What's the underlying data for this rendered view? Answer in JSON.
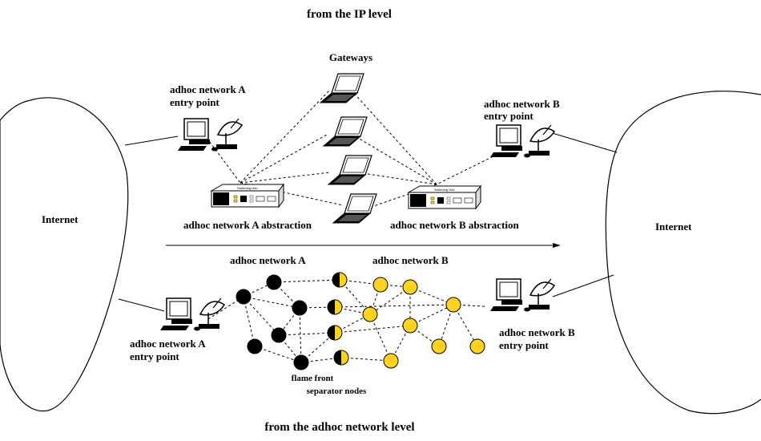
{
  "title_top": "from the IP level",
  "title_bottom": "from the adhoc network level",
  "gateways_label": "Gateways",
  "internet_left": "Internet",
  "internet_right": "Internet",
  "top": {
    "entry_a_line1": "adhoc network A",
    "entry_a_line2": "entry point",
    "entry_b_line1": "adhoc network B",
    "entry_b_line2": "entry point",
    "abstraction_a": "adhoc network A abstraction",
    "abstraction_b": "adhoc network B abstraction",
    "hub_label": "Switching Hub"
  },
  "bottom": {
    "network_a": "adhoc network A",
    "network_b": "adhoc network B",
    "entry_a_line1": "adhoc network A",
    "entry_a_line2": "entry point",
    "entry_b_line1": "adhoc network B",
    "entry_b_line2": "entry point",
    "flame_line1": "flame front",
    "flame_line2": "separator nodes"
  },
  "colors": {
    "network_a_node": "#000000",
    "network_b_node": "#ffd21f",
    "stroke": "#000000"
  }
}
